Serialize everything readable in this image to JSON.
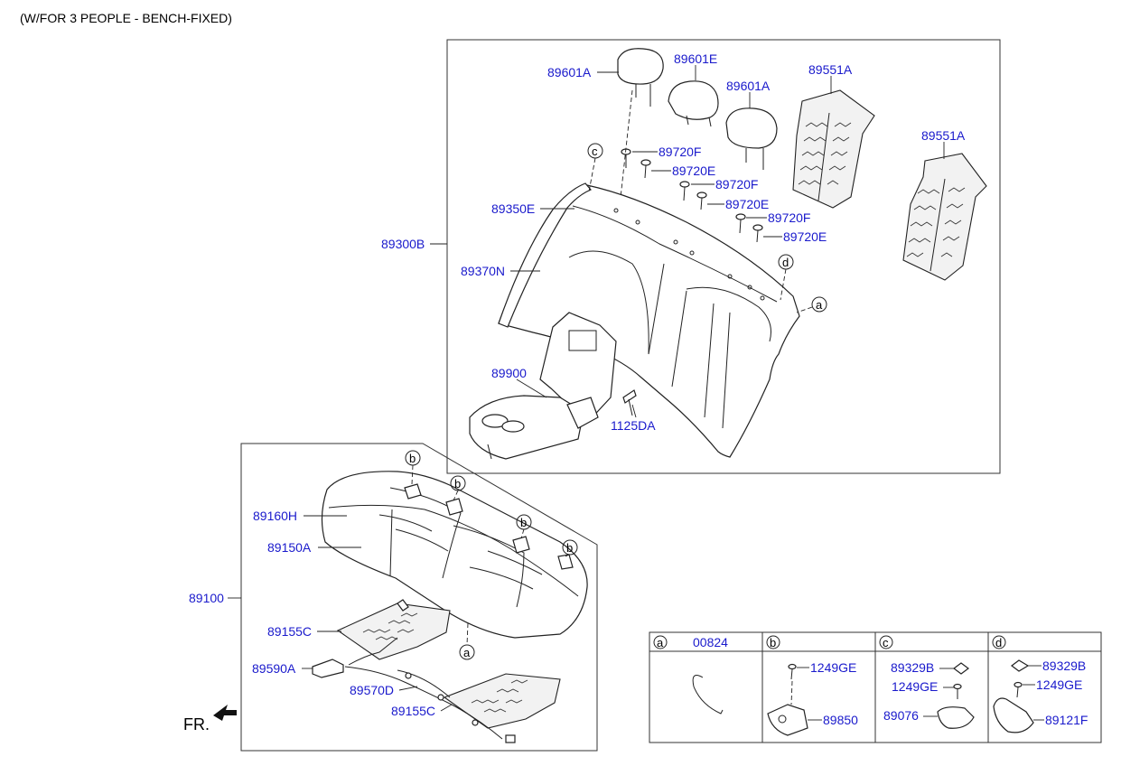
{
  "header": {
    "title": "(W/FOR 3 PEOPLE - BENCH-FIXED)"
  },
  "labels": {
    "p89601A_1": "89601A",
    "p89601E": "89601E",
    "p89601A_2": "89601A",
    "p89551A_1": "89551A",
    "p89551A_2": "89551A",
    "p89720F_1": "89720F",
    "p89720E_1": "89720E",
    "p89720F_2": "89720F",
    "p89720E_2": "89720E",
    "p89720F_3": "89720F",
    "p89720E_3": "89720E",
    "p89350E": "89350E",
    "p89300B": "89300B",
    "p89370N": "89370N",
    "p89900": "89900",
    "p1125DA": "1125DA",
    "p89160H": "89160H",
    "p89150A": "89150A",
    "p89100": "89100",
    "p89155C_1": "89155C",
    "p89590A": "89590A",
    "p89570D": "89570D",
    "p89155C_2": "89155C"
  },
  "callouts": {
    "a": "a",
    "b": "b",
    "c": "c",
    "d": "d"
  },
  "direction": "FR.",
  "legend_table": {
    "col_a": {
      "key": "a",
      "part": "00824"
    },
    "col_b": {
      "key": "b",
      "p1": "1249GE",
      "p2": "89850"
    },
    "col_c": {
      "key": "c",
      "p1": "89329B",
      "p2": "1249GE",
      "p3": "89076"
    },
    "col_d": {
      "key": "d",
      "p1": "89329B",
      "p2": "1249GE",
      "p3": "89121F"
    }
  }
}
